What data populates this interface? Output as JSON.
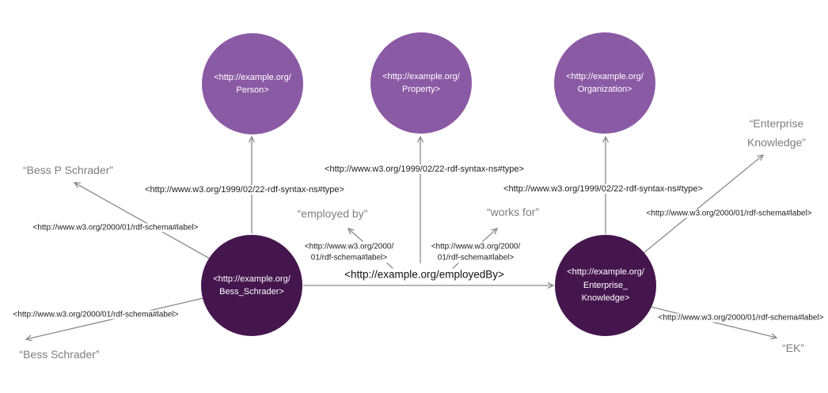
{
  "diagram": {
    "background": "#ffffff",
    "colors": {
      "class_node_fill": "#8b5aa4",
      "instance_node_fill": "#45164e",
      "node_text": "#ffffff",
      "arrow": "#8a8a8a",
      "edge_label_text": "#222222",
      "literal_text": "#7e7e7e"
    },
    "class_nodes": [
      {
        "id": "person",
        "line1": "<http://example.org/",
        "line2": "Person>"
      },
      {
        "id": "property",
        "line1": "<http://example.org/",
        "line2": "Property>"
      },
      {
        "id": "organization",
        "line1": "<http://example.org/",
        "line2": "Organization>"
      }
    ],
    "instance_nodes": [
      {
        "id": "bess-schrader",
        "line1": "<http://example.org/",
        "line2": "Bess_Schrader>"
      },
      {
        "id": "enterprise-knowledge",
        "line1": "<http://example.org/",
        "line2": "Enterprise_",
        "line3": "Knowledge>"
      }
    ],
    "edges": [
      {
        "id": "bess-schrader-rdf-type-person",
        "label": "<http://www.w3.org/1999/02/22-rdf-syntax-ns#type>"
      },
      {
        "id": "employedby-rdf-type-property",
        "label": "<http://www.w3.org/1999/02/22-rdf-syntax-ns#type>"
      },
      {
        "id": "enterprise-knowledge-rdf-type-organization",
        "label": "<http://www.w3.org/1999/02/22-rdf-syntax-ns#type>"
      },
      {
        "id": "bess-schrader-rdfs-label-bess-p-schrader",
        "label": "<http://www.w3.org/2000/01/rdf-schema#label>"
      },
      {
        "id": "bess-schrader-rdfs-label-bess-schrader",
        "label": "<http://www.w3.org/2000/01/rdf-schema#label>"
      },
      {
        "id": "employedby-rdfs-label-employed-by",
        "label_line1": "<http://www.w3.org/2000/",
        "label_line2": "01/rdf-schema#label>"
      },
      {
        "id": "employedby-rdfs-label-works-for",
        "label_line1": "<http://www.w3.org/2000/",
        "label_line2": "01/rdf-schema#label>"
      },
      {
        "id": "bess-schrader-employedby-enterprise-knowledge",
        "label": "<http://example.org/employedBy>"
      },
      {
        "id": "enterprise-knowledge-rdfs-label-enterprise-knowledge",
        "label": "<http://www.w3.org/2000/01/rdf-schema#label>"
      },
      {
        "id": "enterprise-knowledge-rdfs-label-ek",
        "label": "<http://www.w3.org/2000/01/rdf-schema#label>"
      }
    ],
    "literals": [
      {
        "id": "bess-p-schrader",
        "text": "“Bess P Schrader”"
      },
      {
        "id": "employed-by",
        "text": "“employed by”"
      },
      {
        "id": "works-for",
        "text": "“works for”"
      },
      {
        "id": "enterprise-knowledge",
        "line1": "“Enterprise",
        "line2": "Knowledge”"
      },
      {
        "id": "bess-schrader",
        "text": "“Bess Schrader”"
      },
      {
        "id": "ek",
        "text": "“EK”"
      }
    ]
  }
}
